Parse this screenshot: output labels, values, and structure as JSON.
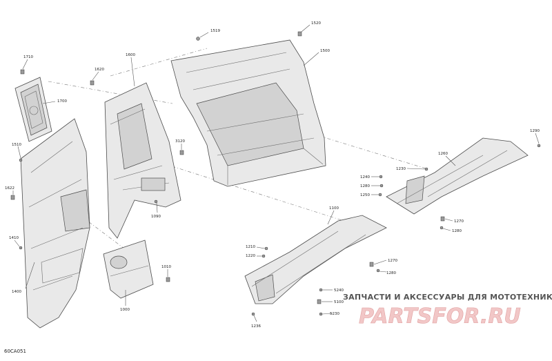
{
  "diagram": {
    "code": "60CA051",
    "callouts": [
      {
        "id": "c1519",
        "label": "1519"
      },
      {
        "id": "c1520",
        "label": "1520"
      },
      {
        "id": "c1500",
        "label": "1500"
      },
      {
        "id": "c1710",
        "label": "1710"
      },
      {
        "id": "c1700",
        "label": "1700"
      },
      {
        "id": "c1620",
        "label": "1620"
      },
      {
        "id": "c1600",
        "label": "1600"
      },
      {
        "id": "c1510",
        "label": "1510"
      },
      {
        "id": "c1622",
        "label": "1622"
      },
      {
        "id": "c1410",
        "label": "1410"
      },
      {
        "id": "c1400",
        "label": "1400"
      },
      {
        "id": "c3120",
        "label": "3120"
      },
      {
        "id": "c1090",
        "label": "1090"
      },
      {
        "id": "c1010",
        "label": "1010"
      },
      {
        "id": "c1000",
        "label": "1000"
      },
      {
        "id": "c1290",
        "label": "1290"
      },
      {
        "id": "c1260",
        "label": "1260"
      },
      {
        "id": "c1230",
        "label": "1230"
      },
      {
        "id": "c1240",
        "label": "1240"
      },
      {
        "id": "c1280",
        "label": "1280"
      },
      {
        "id": "c1250",
        "label": "1250"
      },
      {
        "id": "c1270",
        "label": "1270"
      },
      {
        "id": "c1280b",
        "label": "1280"
      },
      {
        "id": "c1100",
        "label": "1100"
      },
      {
        "id": "c1210",
        "label": "1210"
      },
      {
        "id": "c1220",
        "label": "1220"
      },
      {
        "id": "c1270b",
        "label": "1270"
      },
      {
        "id": "c1280c",
        "label": "1280"
      },
      {
        "id": "c5240",
        "label": "5240"
      },
      {
        "id": "c5100",
        "label": "5100"
      },
      {
        "id": "c5230",
        "label": "5230"
      },
      {
        "id": "c1236",
        "label": "1236"
      }
    ]
  },
  "watermark": {
    "tagline": "ЗАПЧАСТИ И АКСЕССУАРЫ ДЛЯ МОТОТЕХНИКИ",
    "logo": "PARTSFOR.RU"
  }
}
